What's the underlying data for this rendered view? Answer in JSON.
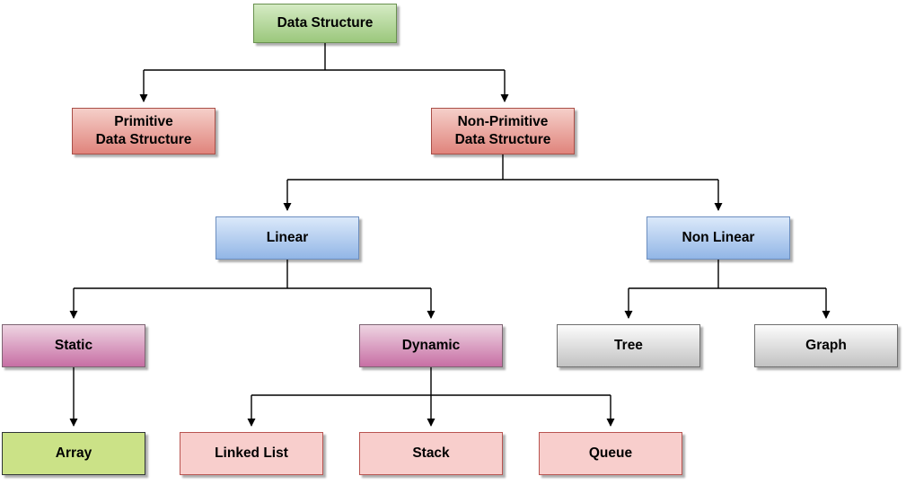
{
  "diagram": {
    "type": "tree",
    "root": "Data Structure",
    "nodes": [
      {
        "id": "data-structure",
        "lines": [
          "Data Structure"
        ],
        "style": "green"
      },
      {
        "id": "primitive-data-structure",
        "lines": [
          "Primitive",
          "Data Structure"
        ],
        "style": "salmon"
      },
      {
        "id": "non-primitive-data-structure",
        "lines": [
          "Non-Primitive",
          "Data Structure"
        ],
        "style": "salmon"
      },
      {
        "id": "linear",
        "lines": [
          "Linear"
        ],
        "style": "blue"
      },
      {
        "id": "non-linear",
        "lines": [
          "Non Linear"
        ],
        "style": "blue"
      },
      {
        "id": "static",
        "lines": [
          "Static"
        ],
        "style": "magenta"
      },
      {
        "id": "dynamic",
        "lines": [
          "Dynamic"
        ],
        "style": "magenta"
      },
      {
        "id": "tree",
        "lines": [
          "Tree"
        ],
        "style": "gray"
      },
      {
        "id": "graph",
        "lines": [
          "Graph"
        ],
        "style": "gray"
      },
      {
        "id": "array",
        "lines": [
          "Array"
        ],
        "style": "lime"
      },
      {
        "id": "linked-list",
        "lines": [
          "Linked List"
        ],
        "style": "pink"
      },
      {
        "id": "stack",
        "lines": [
          "Stack"
        ],
        "style": "pink"
      },
      {
        "id": "queue",
        "lines": [
          "Queue"
        ],
        "style": "pink"
      }
    ],
    "edges": [
      {
        "from": "Data Structure",
        "to": "Primitive Data Structure"
      },
      {
        "from": "Data Structure",
        "to": "Non-Primitive Data Structure"
      },
      {
        "from": "Non-Primitive Data Structure",
        "to": "Linear"
      },
      {
        "from": "Non-Primitive Data Structure",
        "to": "Non Linear"
      },
      {
        "from": "Linear",
        "to": "Static"
      },
      {
        "from": "Linear",
        "to": "Dynamic"
      },
      {
        "from": "Non Linear",
        "to": "Tree"
      },
      {
        "from": "Non Linear",
        "to": "Graph"
      },
      {
        "from": "Static",
        "to": "Array"
      },
      {
        "from": "Dynamic",
        "to": "Linked List"
      },
      {
        "from": "Dynamic",
        "to": "Stack"
      },
      {
        "from": "Dynamic",
        "to": "Queue"
      }
    ],
    "palette": {
      "green_top": "#d5ebc4",
      "green_bottom": "#9bc77c",
      "green_border": "#69914f",
      "salmon_top": "#f5cfc9",
      "salmon_bottom": "#e0847c",
      "salmon_border": "#a94f48",
      "blue_top": "#dbe9fa",
      "blue_bottom": "#92b6e6",
      "blue_border": "#6c8ebf",
      "magenta_top": "#eed4e2",
      "magenta_bottom": "#c76fa4",
      "magenta_border": "#7d6472",
      "gray_top": "#fcfcfc",
      "gray_bottom": "#c2c2c2",
      "gray_border": "#6e6e6e",
      "lime_fill": "#cbe287",
      "lime_border": "#2f3437",
      "pink_fill": "#f8cecc",
      "pink_border": "#b85450",
      "connector": "#000000",
      "text": "#000000",
      "background": "#ffffff"
    }
  }
}
